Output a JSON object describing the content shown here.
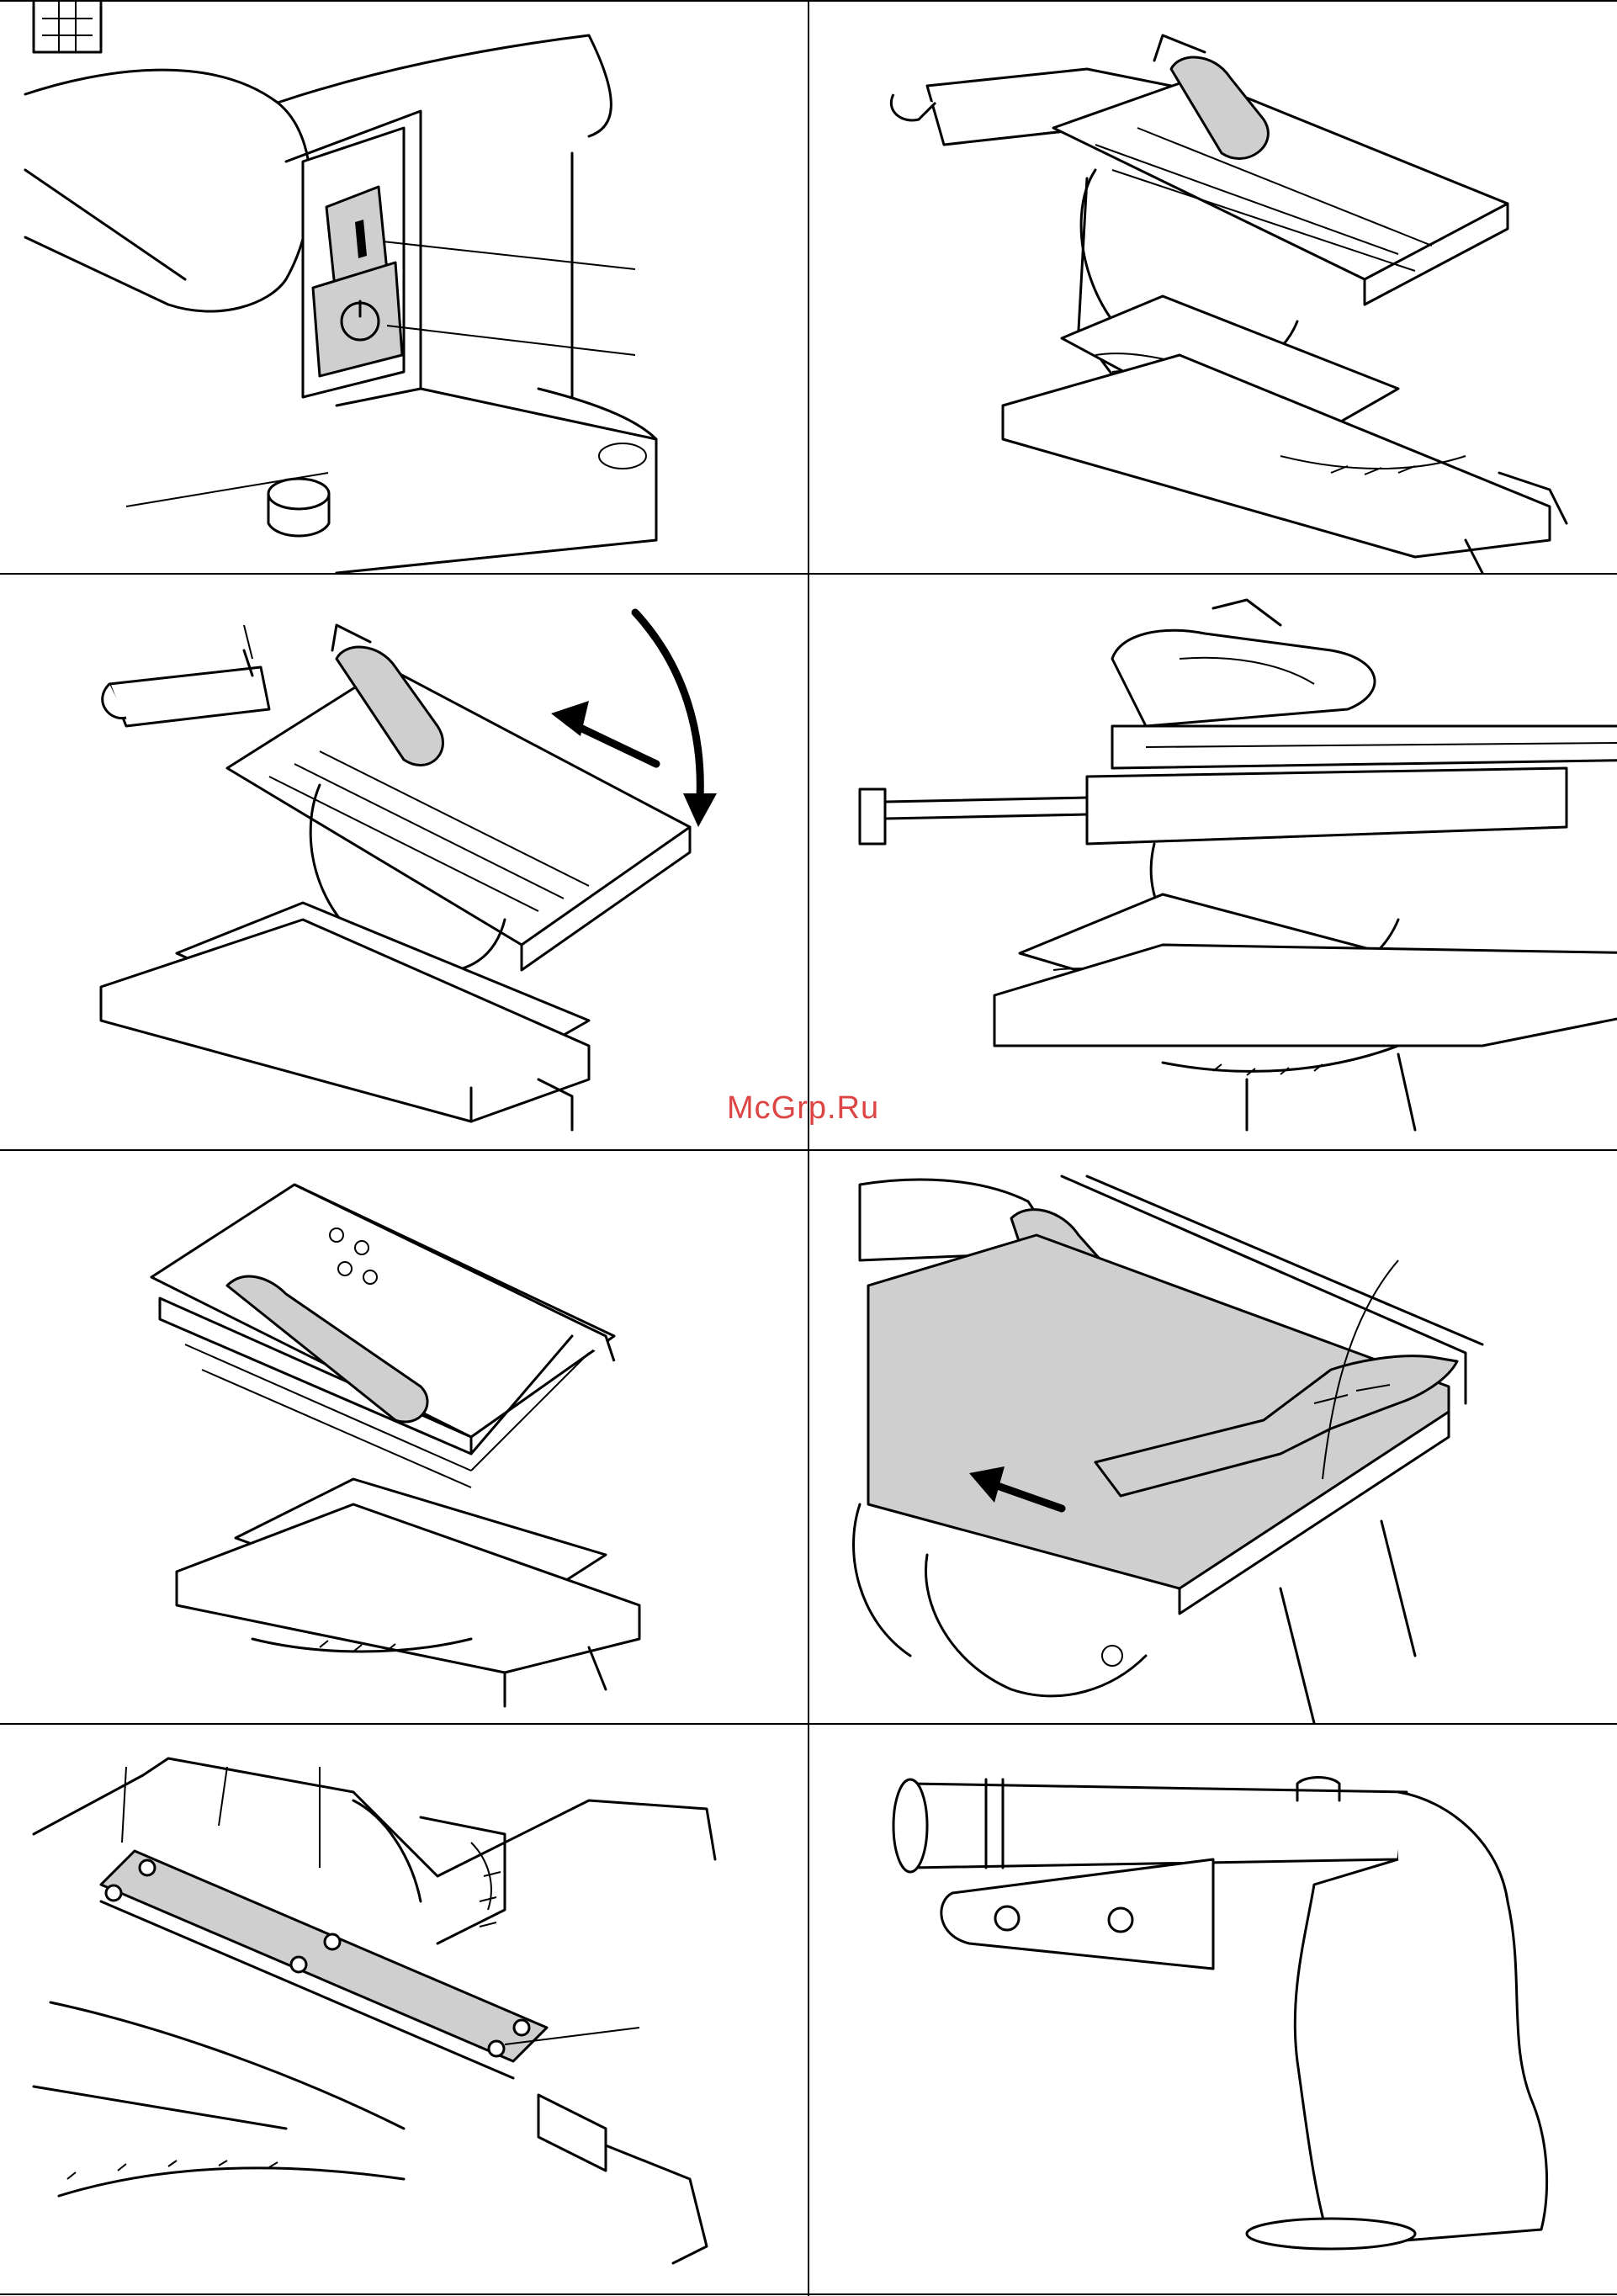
{
  "watermark": {
    "text": "McGrp.Ru",
    "color": "#dd4444"
  },
  "panels": [
    {
      "id": "switch-closeup",
      "icons": [
        "on-switch-icon",
        "off-switch-icon",
        "reset-button-icon"
      ]
    },
    {
      "id": "saw-table-mode"
    },
    {
      "id": "table-tilt-rotation",
      "icons": [
        "rotation-arrow-icon",
        "push-direction-arrow-icon"
      ]
    },
    {
      "id": "saw-side-view"
    },
    {
      "id": "saw-table-raised"
    },
    {
      "id": "push-stick-use",
      "icons": [
        "feed-direction-arrow-icon"
      ]
    },
    {
      "id": "fence-screws-detail"
    },
    {
      "id": "dust-elbow-adapter"
    }
  ]
}
